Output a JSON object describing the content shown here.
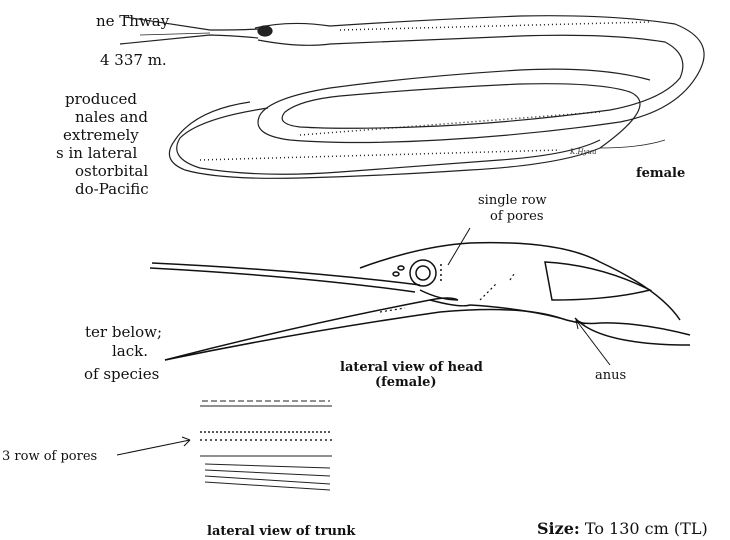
{
  "body_text": {
    "line_1": "ne Thway",
    "line_2": "4 337 m.",
    "para_lines": [
      "produced",
      "nales and",
      "extremely",
      "s in lateral",
      "ostorbital",
      "do-Pacific"
    ],
    "line_3": "ter below;",
    "line_4": "lack.",
    "line_5": "of species"
  },
  "labels": {
    "female": "female",
    "single_row_line1": "single row",
    "single_row_line2": "of pores",
    "head_caption_line1": "lateral view of head",
    "head_caption_line2": "(female)",
    "anus": "anus",
    "three_rows": "3 row of pores",
    "trunk_caption": "lateral  view of trunk",
    "signature": "K.Hyuu"
  },
  "size": {
    "label": "Size:",
    "value": "To 130 cm (TL)"
  }
}
